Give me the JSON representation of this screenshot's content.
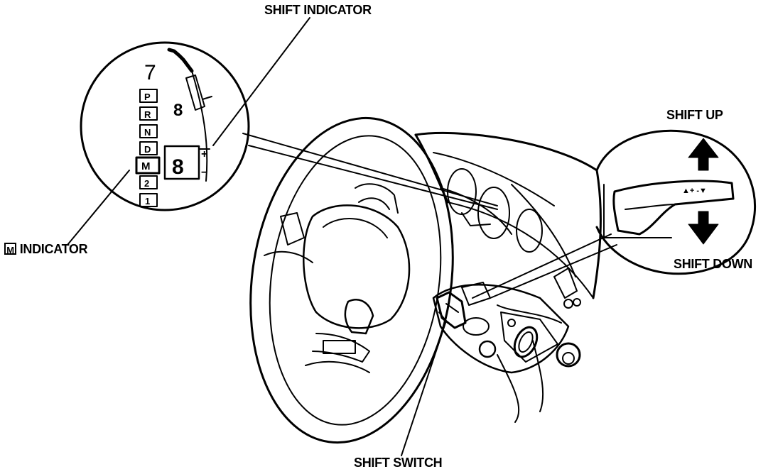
{
  "labels": {
    "shift_indicator": "SHIFT INDICATOR",
    "m_indicator_box": "M",
    "m_indicator": "INDICATOR",
    "shift_up": "SHIFT UP",
    "shift_down": "SHIFT DOWN",
    "shift_switch": "SHIFT SWITCH"
  },
  "gauge": {
    "numbers": [
      "7",
      "8"
    ],
    "positions": [
      "P",
      "R",
      "N",
      "D",
      "M",
      "2",
      "1"
    ],
    "active_position": "M",
    "display_digit": "8",
    "plus": "+",
    "minus": "−"
  },
  "paddle": {
    "marks": "▲+ -▼"
  }
}
